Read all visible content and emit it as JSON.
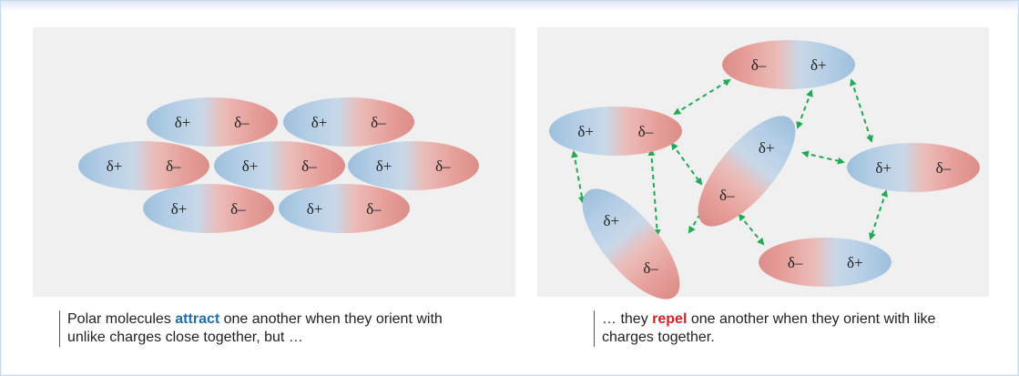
{
  "labels": {
    "delta_plus": "δ+",
    "delta_minus": "δ–"
  },
  "caption_left": {
    "before": "Polar molecules ",
    "keyword": "attract",
    "after": " one another when they orient with unlike charges close together, but …"
  },
  "caption_right": {
    "before": "… they ",
    "keyword": "repel",
    "after": " one another when they orient with like charges together."
  },
  "colors": {
    "positive_end": "#a9c8e2",
    "negative_end": "#e59a96",
    "arrow": "#1faa55",
    "attract_keyword": "#1f6fad",
    "repel_keyword": "#d2232a",
    "panel_background": "#f0f0f0"
  }
}
